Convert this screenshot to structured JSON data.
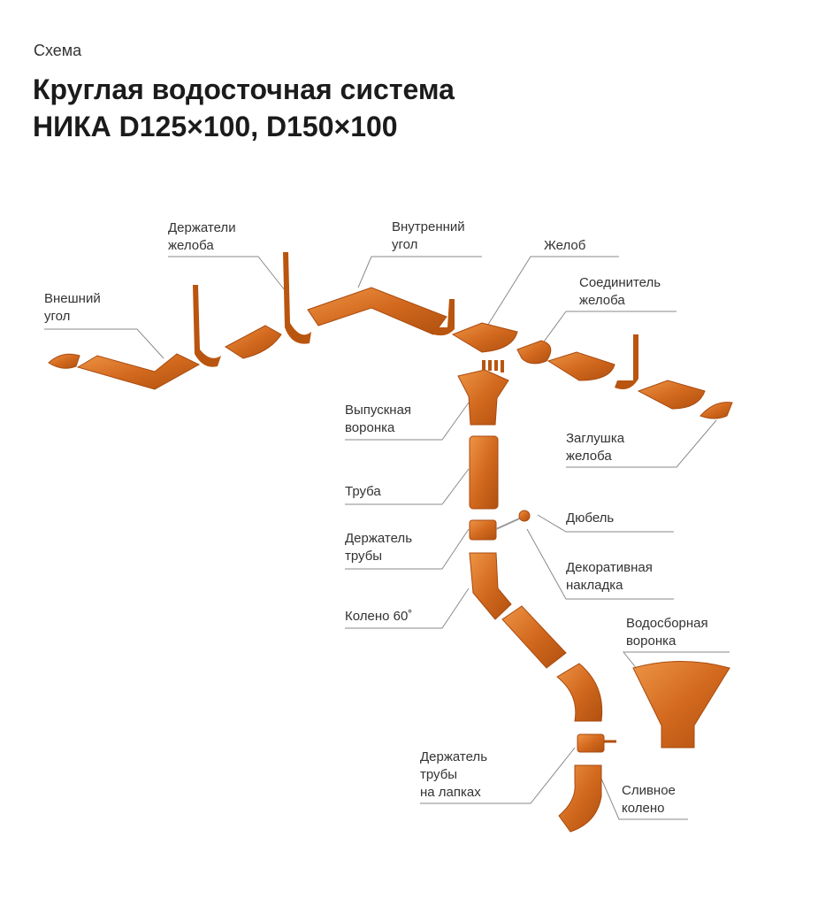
{
  "header": {
    "kicker": "Схема",
    "title_line1": "Круглая водосточная система",
    "title_line2": "НИКА D125×100, D150×100"
  },
  "labels": {
    "outer_corner": [
      "Внешний",
      "угол"
    ],
    "gutter_holders": [
      "Держатели",
      "желоба"
    ],
    "inner_corner": [
      "Внутренний",
      "угол"
    ],
    "gutter": [
      "Желоб"
    ],
    "gutter_connector": [
      "Соединитель",
      "желоба"
    ],
    "outlet_funnel": [
      "Выпускная",
      "воронка"
    ],
    "gutter_cap": [
      "Заглушка",
      "желоба"
    ],
    "pipe": [
      "Труба"
    ],
    "dowel": [
      "Дюбель"
    ],
    "pipe_holder": [
      "Держатель",
      "трубы"
    ],
    "decorative_cover": [
      "Декоративная",
      "накладка"
    ],
    "elbow_60": [
      "Колено 60˚"
    ],
    "collector_funnel": [
      "Водосборная",
      "воронка"
    ],
    "pipe_holder_legs": [
      "Держатель",
      "трубы",
      "на лапках"
    ],
    "drain_elbow": [
      "Сливное",
      "колено"
    ]
  },
  "colors": {
    "copper": "#d2691e",
    "copper_dark": "#b0500f",
    "copper_light": "#ee9445",
    "leader": "#8a8a8a"
  }
}
